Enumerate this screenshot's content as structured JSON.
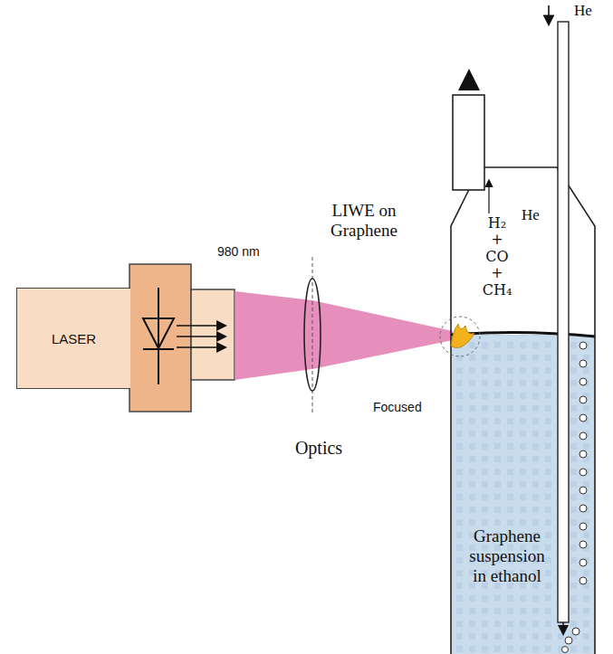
{
  "diagram": {
    "nodes": [
      {
        "text": [
          "LASER"
        ]
      }
    ],
    "labels": [
      "He",
      "LIWE on Graphene",
      "980 nm",
      "H₂ + CO + CH₄",
      "He",
      "Focused",
      "Optics",
      "Graphene suspension in ethanol"
    ]
  }
}
